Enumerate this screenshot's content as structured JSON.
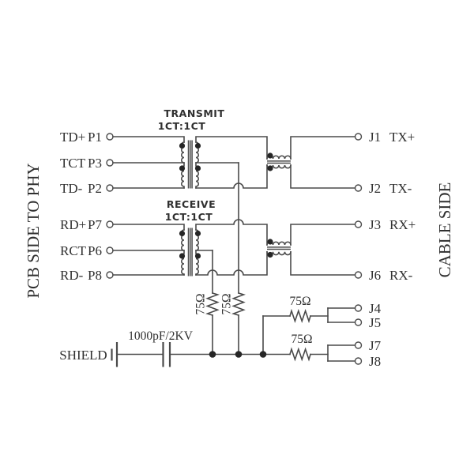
{
  "schematic": {
    "side_labels": {
      "left": "PCB SIDE TO PHY",
      "right": "CABLE SIDE"
    },
    "transmit": {
      "title": "TRANSMIT",
      "ratio": "1CT:1CT"
    },
    "receive": {
      "title": "RECEIVE",
      "ratio": "1CT:1CT"
    },
    "pins_left": [
      {
        "signal": "TD+",
        "pin": "P1"
      },
      {
        "signal": "TCT",
        "pin": "P3"
      },
      {
        "signal": "TD-",
        "pin": "P2"
      },
      {
        "signal": "RD+",
        "pin": "P7"
      },
      {
        "signal": "RCT",
        "pin": "P6"
      },
      {
        "signal": "RD-",
        "pin": "P8"
      }
    ],
    "pins_right": [
      {
        "pin": "J1",
        "signal": "TX+"
      },
      {
        "pin": "J2",
        "signal": "TX-"
      },
      {
        "pin": "J3",
        "signal": "RX+"
      },
      {
        "pin": "J6",
        "signal": "RX-"
      },
      {
        "pin": "J4"
      },
      {
        "pin": "J5"
      },
      {
        "pin": "J7"
      },
      {
        "pin": "J8"
      }
    ],
    "resistors": {
      "rx_ct": "75Ω",
      "tx_ct": "75Ω",
      "pair_45": "75Ω",
      "pair_78": "75Ω"
    },
    "shield": {
      "label": "SHIELD",
      "capacitor_value": "1000pF/2KV"
    },
    "colors": {
      "wire": "#4a4a4a",
      "text": "#303030",
      "junction": "#262626",
      "background": "#ffffff"
    }
  }
}
